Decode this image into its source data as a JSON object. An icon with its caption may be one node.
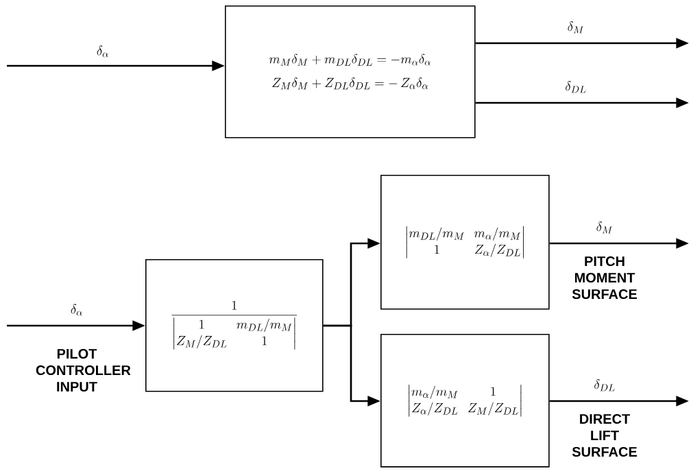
{
  "diagram": {
    "nodes": [
      {
        "text": [
          "m_M \\delta_M + m_{DL} \\delta_{DL} = -m_\\alpha \\delta_\\alpha",
          "Z_M \\delta_M + Z_{DL} \\delta_{DL} = -\\, Z_\\alpha \\delta_\\alpha"
        ]
      },
      {
        "text": [
          "\\frac{1}{\\begin{vmatrix} 1 & m_{DL}/m_M \\\\ Z_M/Z_{DL} & 1 \\end{vmatrix}}"
        ]
      },
      {
        "text": [
          "\\begin{vmatrix} m_{DL}/m_M & m_\\alpha/m_M \\\\ 1 & Z_\\alpha/Z_{DL} \\end{vmatrix}"
        ]
      },
      {
        "text": [
          "\\begin{vmatrix} m_\\alpha/m_M & 1 \\\\ Z_\\alpha/Z_{DL} & Z_M/Z_{DL} \\end{vmatrix}"
        ]
      }
    ],
    "edges": [
      {
        "from": null,
        "to": 0,
        "arrow": "to",
        "label": "\\delta_\\alpha"
      },
      {
        "from": 0,
        "to": null,
        "arrow": "to",
        "label": "\\delta_M"
      },
      {
        "from": 0,
        "to": null,
        "arrow": "to",
        "label": "\\delta_{DL}"
      },
      {
        "from": null,
        "to": 1,
        "arrow": "to",
        "label": "\\delta_\\alpha"
      },
      {
        "from": 1,
        "to": 2,
        "arrow": "to"
      },
      {
        "from": 1,
        "to": 3,
        "arrow": "to"
      },
      {
        "from": 2,
        "to": null,
        "arrow": "to",
        "label": "\\delta_M"
      },
      {
        "from": 3,
        "to": null,
        "arrow": "to",
        "label": "\\delta_{DL}"
      }
    ],
    "labels": [
      "PILOT CONTROLLER INPUT",
      "PITCH MOMENT SURFACE",
      "DIRECT LIFT SURFACE"
    ]
  }
}
